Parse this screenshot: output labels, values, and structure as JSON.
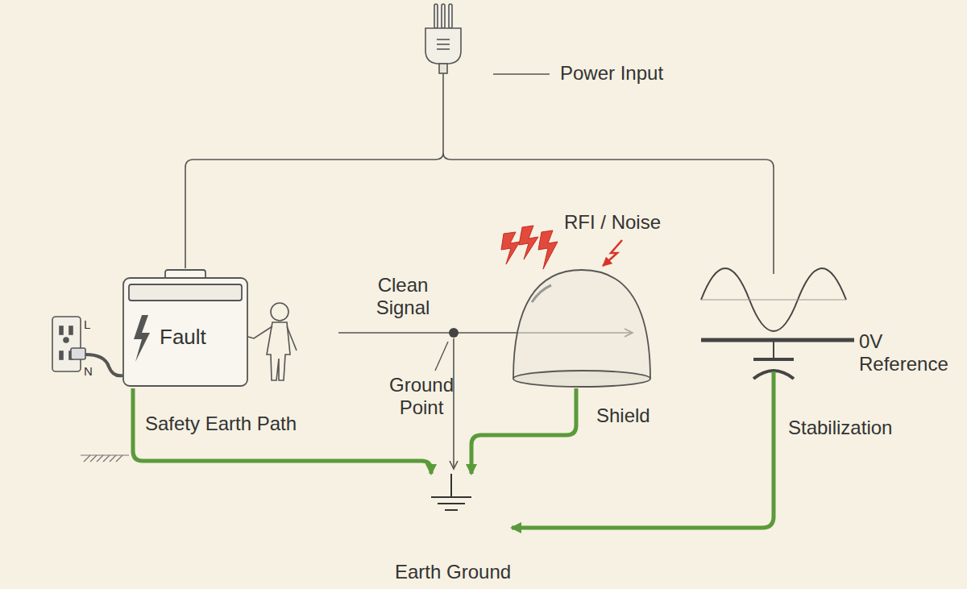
{
  "diagram": {
    "nodes": [
      {
        "text": [
          "Power Input"
        ]
      },
      {
        "text": [
          "Fault"
        ]
      },
      {
        "text": [
          "Shield"
        ]
      },
      {
        "text": [
          "Stabilization"
        ]
      },
      {
        "text": [
          "Earth Ground"
        ]
      }
    ],
    "edges": [
      {
        "from": 0,
        "to": 1,
        "arrow": "none"
      },
      {
        "from": 0,
        "to": 3,
        "arrow": "none"
      },
      {
        "from": 1,
        "to": 4,
        "arrow": "to",
        "label": "Safety Earth Path"
      },
      {
        "from": 2,
        "to": 4,
        "arrow": "to"
      },
      {
        "from": 3,
        "to": 4,
        "arrow": "to"
      }
    ],
    "labels": [
      "L",
      "N",
      "Clean Signal",
      "Ground Point",
      "RFI / Noise",
      "0V Reference"
    ]
  }
}
